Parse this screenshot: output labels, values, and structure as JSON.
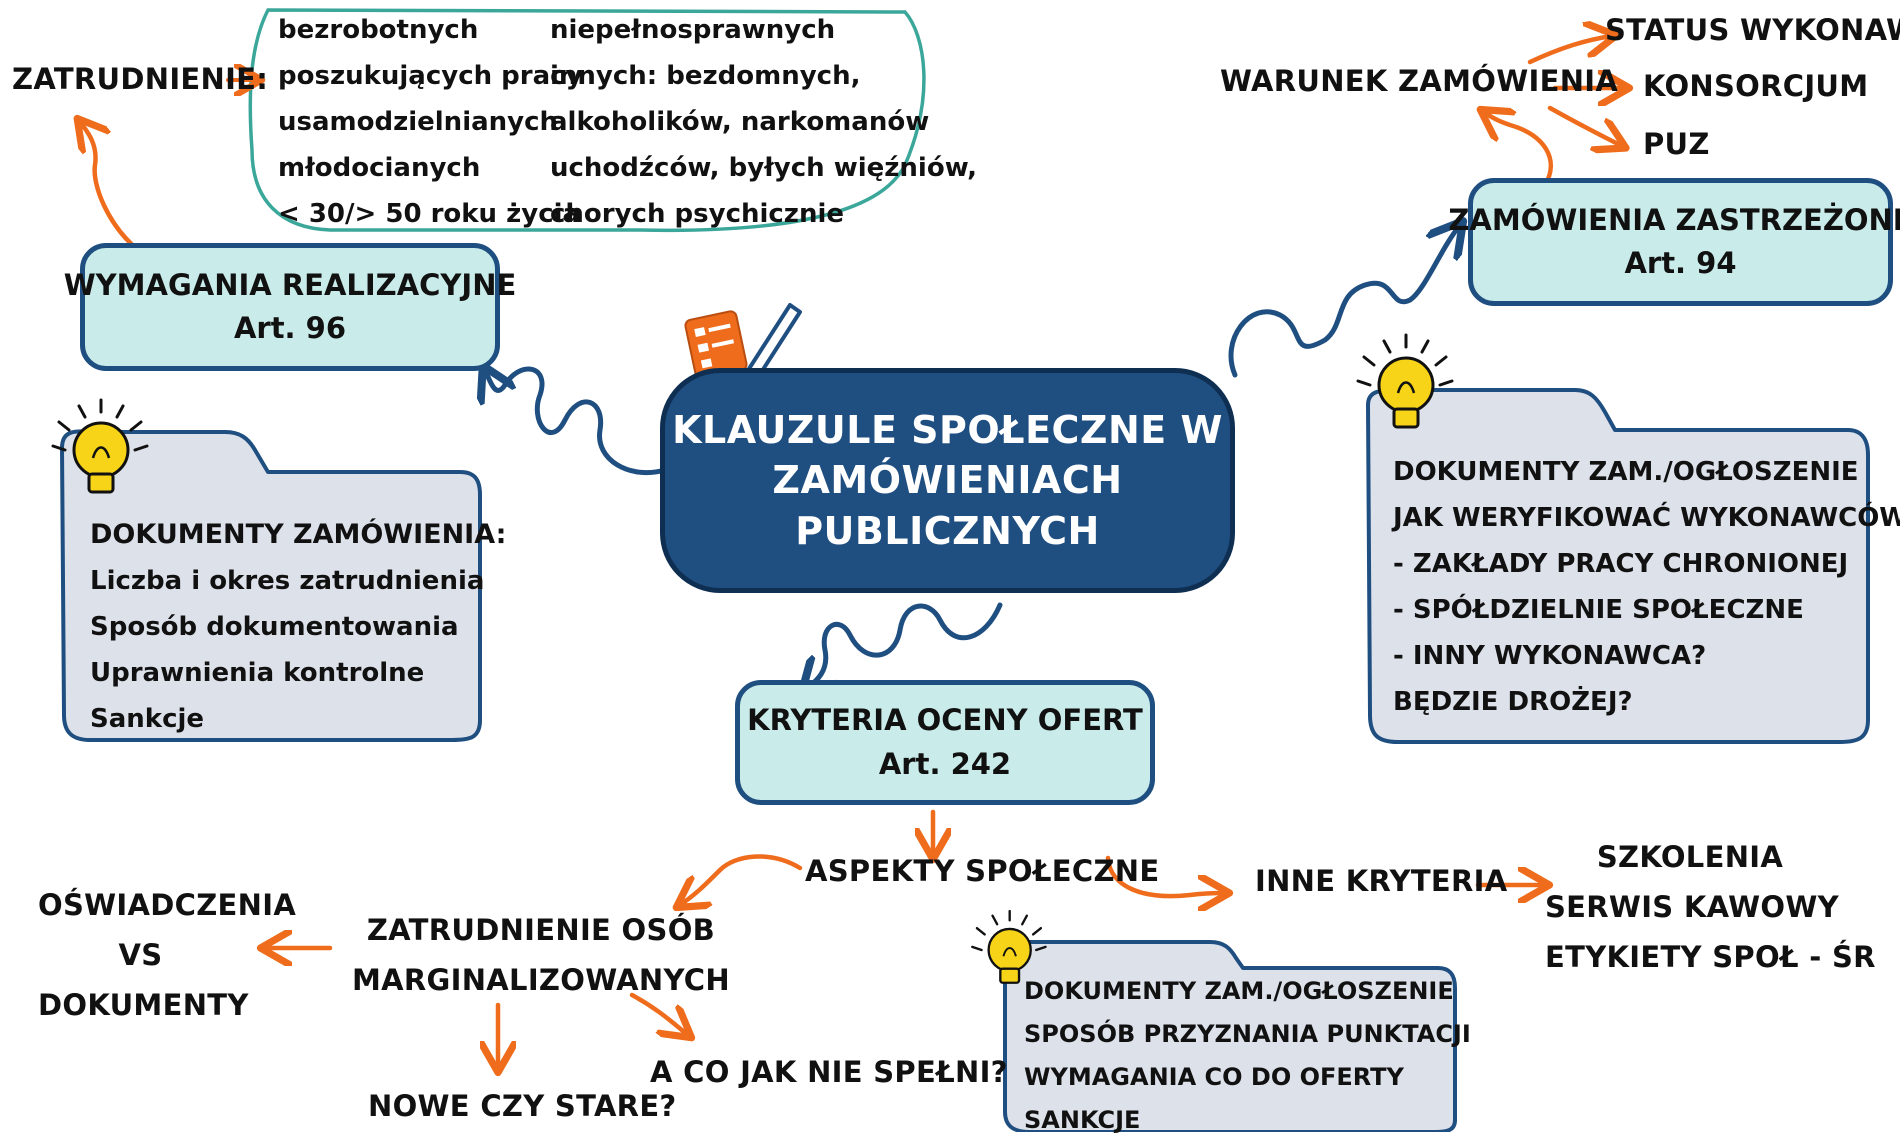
{
  "center": {
    "lines": [
      "KLAUZULE SPOŁECZNE W",
      "ZAMÓWIENIACH",
      "PUBLICZNYCH"
    ]
  },
  "wymagania": {
    "title": "WYMAGANIA REALIZACYJNE",
    "art": "Art. 96"
  },
  "zatrudnienie": {
    "label": "ZATRUDNIENIE:",
    "col1": [
      "bezrobotnych",
      "poszukujących pracy",
      "usamodzielnianych",
      "młodocianych",
      "< 30/> 50 roku życia"
    ],
    "col2": [
      "niepełnosprawnych",
      "innych: bezdomnych,",
      "alkoholików, narkomanów",
      "uchodźców, byłych więźniów,",
      "chorych psychicznie"
    ]
  },
  "docs_left": {
    "lines": [
      "DOKUMENTY ZAMÓWIENIA:",
      "Liczba i okres zatrudnienia",
      "Sposób dokumentowania",
      "Uprawnienia kontrolne",
      "Sankcje"
    ]
  },
  "zastrzezone": {
    "title": "ZAMÓWIENIA ZASTRZEŻONE",
    "art": "Art. 94"
  },
  "warunek": {
    "label": "WARUNEK ZAMÓWIENIA",
    "options": [
      "STATUS WYKONAWCY",
      "KONSORCJUM",
      "PUZ"
    ]
  },
  "docs_right": {
    "lines": [
      "DOKUMENTY ZAM./OGŁOSZENIE",
      "JAK WERYFIKOWAĆ WYKONAWCÓW",
      "- ZAKŁADY PRACY CHRONIONEJ",
      "- SPÓŁDZIELNIE SPOŁECZNE",
      "- INNY WYKONAWCA?",
      "BĘDZIE DROŻEJ?"
    ]
  },
  "kryteria": {
    "title": "KRYTERIA OCENY OFERT",
    "art": "Art. 242"
  },
  "aspekty": "ASPEKTY SPOŁECZNE",
  "marginal": {
    "lines": [
      "ZATRUDNIENIE OSÓB",
      "MARGINALIZOWANYCH"
    ]
  },
  "oswiadczenia": {
    "lines": [
      "OŚWIADCZENIA",
      "VS",
      "DOKUMENTY"
    ]
  },
  "nowe": "NOWE CZY STARE?",
  "aco": "A CO JAK NIE SPEŁNI?",
  "inne": "INNE KRYTERIA",
  "szkolenia": {
    "lines": [
      "SZKOLENIA",
      "SERWIS KAWOWY",
      "ETYKIETY SPOŁ - ŚR"
    ]
  },
  "docs_bottom": {
    "lines": [
      "DOKUMENTY ZAM./OGŁOSZENIE",
      "SPOSÓB PRZYZNANIA PUNKTACJI",
      "WYMAGANIA CO DO OFERTY",
      "SANKCJE"
    ]
  },
  "colors": {
    "navy": "#1f4e80",
    "teal_fill": "#c9ecea",
    "gray_fill": "#dde1ea",
    "orange": "#ef6c1c",
    "cloud_outline": "#3aa79a",
    "bulb": "#f7d417"
  }
}
